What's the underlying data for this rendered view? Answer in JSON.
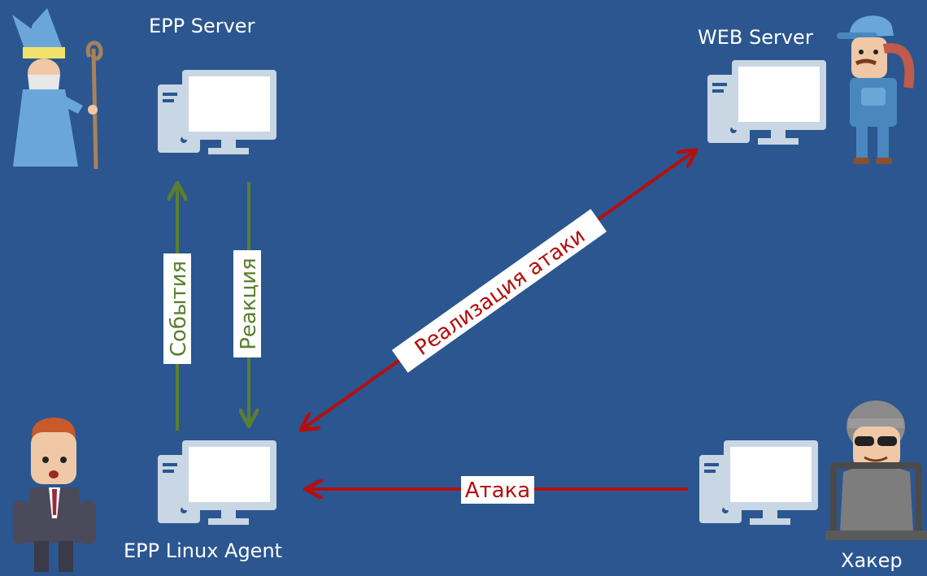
{
  "nodes": {
    "epp_server": "EPP Server",
    "web_server": "WEB Server",
    "agent": "EPP Linux Agent",
    "hacker": "Хакер"
  },
  "edges": {
    "events": "События",
    "reaction": "Реакция",
    "attack_realization": "Реализация атаки",
    "attack": "Атака"
  },
  "colors": {
    "background": "#2b5690",
    "green_arrow": "#5b7f2e",
    "red_arrow": "#b40f0f",
    "screen": "#ffffff",
    "monitor_frame": "#c9d6e4"
  }
}
